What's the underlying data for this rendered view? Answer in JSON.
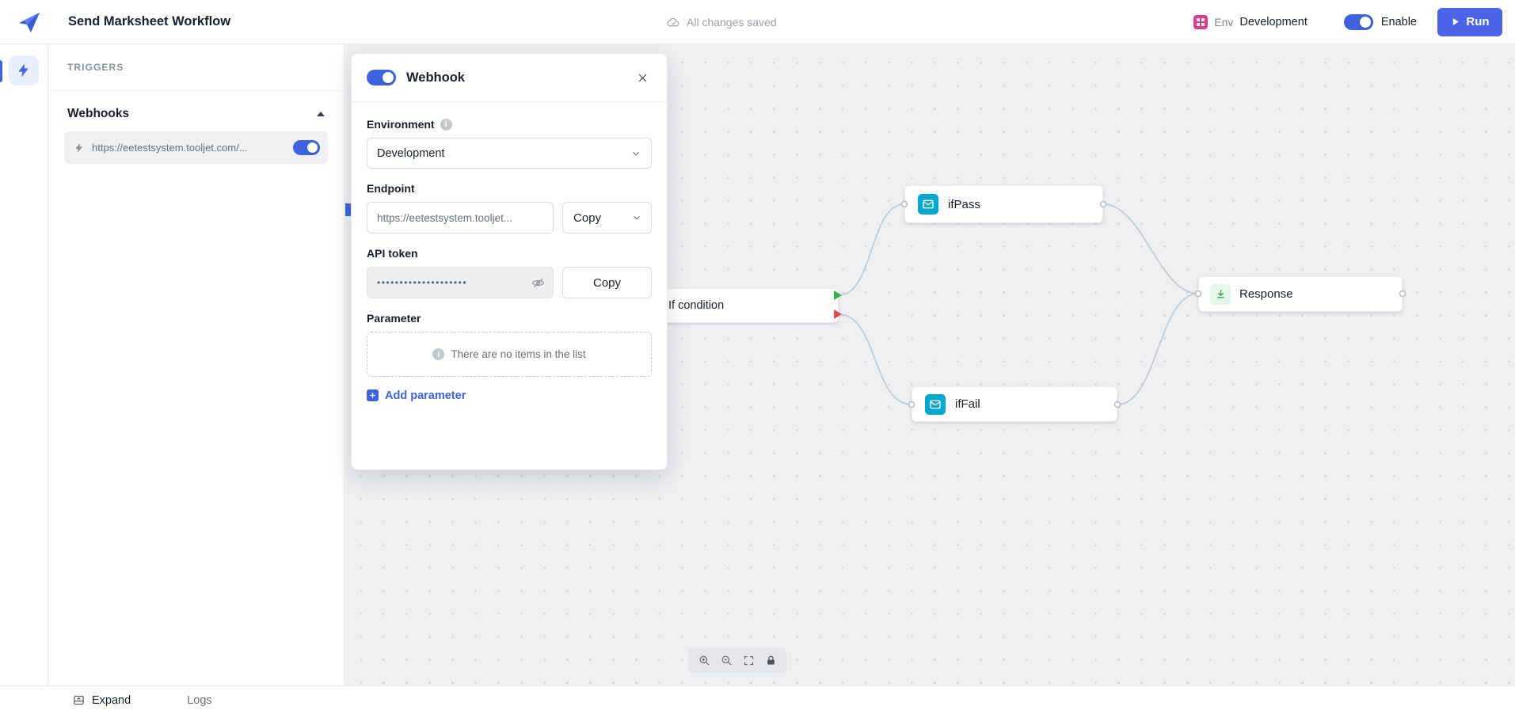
{
  "header": {
    "title": "Send Marksheet Workflow",
    "save_status": "All changes saved",
    "env_label": "Env",
    "env_value": "Development",
    "enable_label": "Enable",
    "run_label": "Run"
  },
  "sidebar": {
    "section_title": "TRIGGERS",
    "group_title": "Webhooks",
    "webhook_url": "https://eetestsystem.tooljet.com/..."
  },
  "webhook_panel": {
    "title": "Webhook",
    "environment_label": "Environment",
    "environment_value": "Development",
    "endpoint_label": "Endpoint",
    "endpoint_value": "https://eetestsystem.tooljet...",
    "copy_label": "Copy",
    "api_token_label": "API token",
    "api_token_masked": "••••••••••••••••••••",
    "parameter_label": "Parameter",
    "empty_list_text": "There are no items in the list",
    "add_parameter_label": "Add parameter"
  },
  "canvas": {
    "nodes": [
      {
        "id": "if-condition",
        "label": "If condition"
      },
      {
        "id": "ifpass",
        "label": "ifPass"
      },
      {
        "id": "iffail",
        "label": "ifFail"
      },
      {
        "id": "response",
        "label": "Response"
      }
    ]
  },
  "footer": {
    "expand_label": "Expand",
    "logs_label": "Logs"
  },
  "icons": {
    "logo": "tooljet-logo",
    "cloud": "cloud-check-icon",
    "env_badge": "env-grid-icon",
    "run": "play-icon",
    "rail": "lightning-bolt-icon",
    "webhook": "webhook-bolt-icon",
    "info": "info-icon",
    "chevron": "chevron-down-icon",
    "eye": "eye-off-icon",
    "close": "close-icon",
    "mail": "mail-icon",
    "response": "download-icon",
    "zoom": [
      "zoom-in-icon",
      "zoom-out-icon",
      "fit-view-icon",
      "lock-icon"
    ],
    "expand": "expand-panel-icon"
  },
  "colors": {
    "accent_blue": "#3E63DD",
    "run_blue": "#4A63E7",
    "env_badge_pink": "#DE3D8B",
    "mail_teal": "#00A8CF",
    "success_green": "#36B24A",
    "error_red": "#E5484D",
    "canvas_bg": "#EDEFF1"
  }
}
